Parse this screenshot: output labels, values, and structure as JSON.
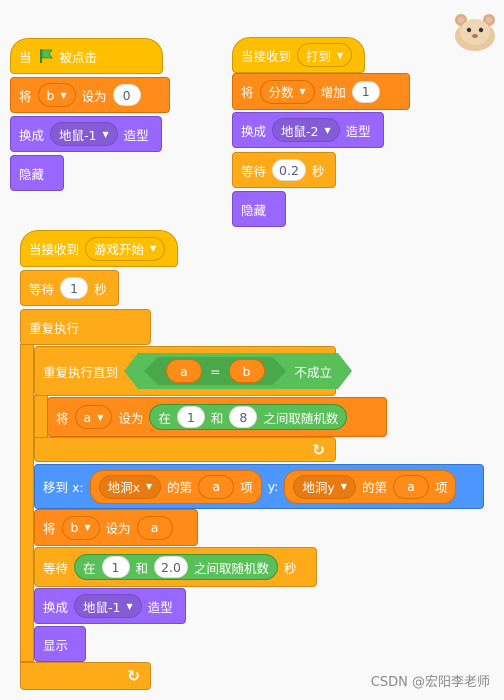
{
  "sprite_icon": "hamster-sprite-icon",
  "script1": {
    "hat_when": "当",
    "hat_clicked": "被点击",
    "set_label": "将",
    "set_var": "b",
    "set_to": "设为",
    "set_value": "0",
    "switch_label": "换成",
    "switch_costume": "地鼠-1",
    "switch_suffix": "造型",
    "hide_label": "隐藏"
  },
  "script2": {
    "hat_label": "当接收到",
    "hat_message": "打到",
    "change_label": "将",
    "change_var": "分数",
    "change_by": "增加",
    "change_value": "1",
    "switch_label": "换成",
    "switch_costume": "地鼠-2",
    "switch_suffix": "造型",
    "wait_label": "等待",
    "wait_value": "0.2",
    "wait_unit": "秒",
    "hide_label": "隐藏"
  },
  "script3": {
    "hat_label": "当接收到",
    "hat_message": "游戏开始",
    "wait1_label": "等待",
    "wait1_value": "1",
    "wait1_unit": "秒",
    "forever_label": "重复执行",
    "until_label": "重复执行直到",
    "until_left": "a",
    "until_eq": "=",
    "until_right": "b",
    "until_not": "不成立",
    "inner_set_label": "将",
    "inner_set_var": "a",
    "inner_set_to": "设为",
    "rand_in": "在",
    "rand_from": "1",
    "rand_and": "和",
    "rand_to": "8",
    "rand_suffix": "之间取随机数",
    "goto_label": "移到 x:",
    "goto_x_list": "地洞x",
    "goto_x_of": "的第",
    "goto_x_index": "a",
    "goto_x_item": "项",
    "goto_y_label": "y:",
    "goto_y_list": "地洞y",
    "goto_y_of": "的第",
    "goto_y_index": "a",
    "goto_y_item": "项",
    "set_b_label": "将",
    "set_b_var": "b",
    "set_b_to": "设为",
    "set_b_value": "a",
    "wait2_label": "等待",
    "wait2_in": "在",
    "wait2_from": "1",
    "wait2_and": "和",
    "wait2_to": "2.0",
    "wait2_suffix": "之间取随机数",
    "wait2_unit": "秒",
    "switch_label": "换成",
    "switch_costume": "地鼠-1",
    "switch_suffix": "造型",
    "show_label": "显示"
  },
  "watermark": "CSDN @宏阳李老师"
}
